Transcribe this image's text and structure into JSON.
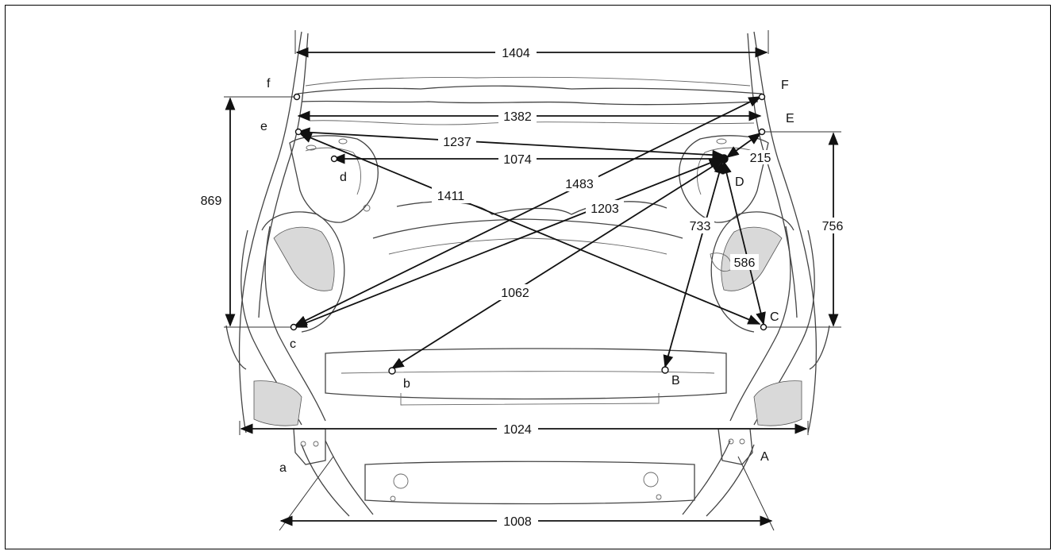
{
  "dimensions": {
    "d1404": "1404",
    "d1382": "1382",
    "d1237": "1237",
    "d1074": "1074",
    "d1411": "1411",
    "d1483": "1483",
    "d1203": "1203",
    "d869": "869",
    "d756": "756",
    "d733": "733",
    "d586": "586",
    "d215": "215",
    "d1062": "1062",
    "d1024": "1024",
    "d1008": "1008"
  },
  "points": {
    "a": "a",
    "b": "b",
    "c": "c",
    "d": "d",
    "e": "e",
    "f": "f",
    "A": "A",
    "B": "B",
    "C": "C",
    "D": "D",
    "E": "E",
    "F": "F"
  }
}
